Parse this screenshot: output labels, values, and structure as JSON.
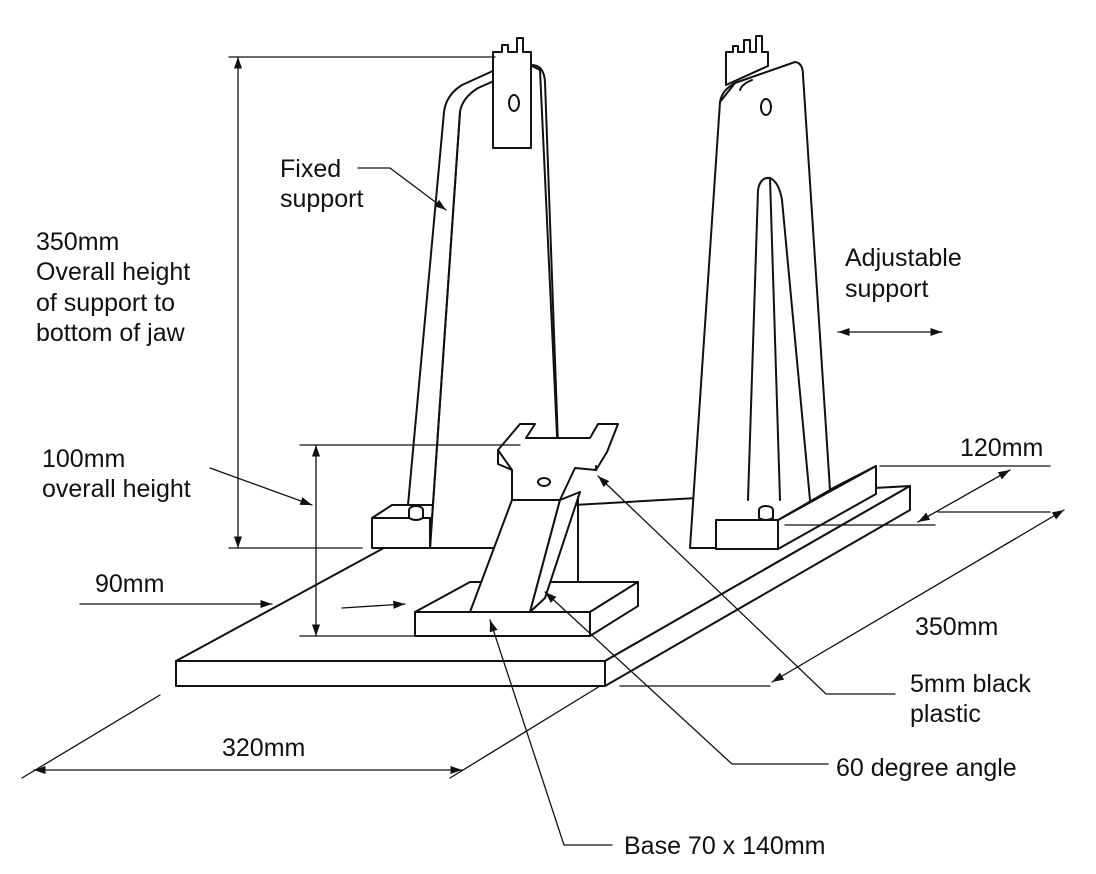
{
  "labels": {
    "fixed_support": [
      "Fixed",
      "support"
    ],
    "adjustable_support": [
      "Adjustable",
      "support"
    ],
    "overall_height": [
      "350mm",
      "Overall height",
      "of support to",
      "bottom of jaw"
    ],
    "jig_height": [
      "100mm",
      "overall height"
    ],
    "depth_120": "120mm",
    "depth_90": "90mm",
    "length_350": "350mm",
    "width_320": "320mm",
    "plastic": [
      "5mm black",
      "plastic"
    ],
    "angle": "60 degree angle",
    "base": "Base 70 x 140mm"
  },
  "colors": {
    "line": "#111111",
    "background": "#ffffff"
  }
}
